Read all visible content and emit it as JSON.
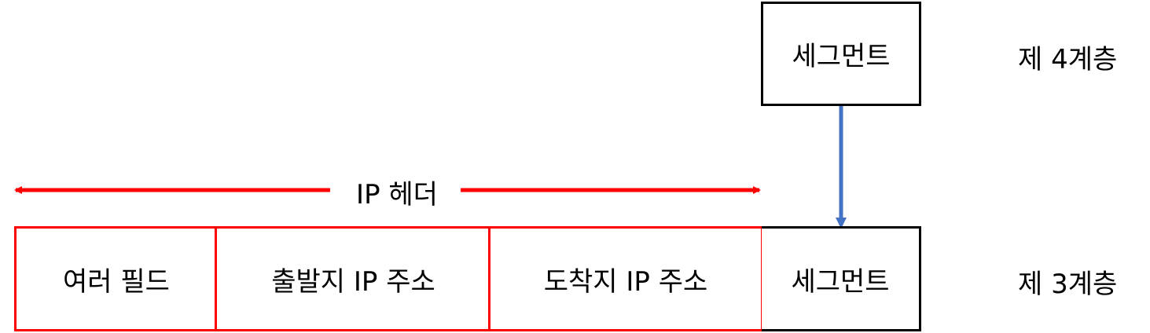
{
  "layer4": {
    "segment_label": "세그먼트",
    "layer_label": "제 4계층"
  },
  "layer3": {
    "fields": [
      "여러 필드",
      "출발지 IP 주소",
      "도착지 IP 주소"
    ],
    "segment_label": "세그먼트",
    "layer_label": "제 3계층"
  },
  "ip_header_label": "IP 헤더",
  "colors": {
    "header_accent": "#ff0000",
    "arrow": "#4472c4",
    "box_border": "#000000"
  }
}
